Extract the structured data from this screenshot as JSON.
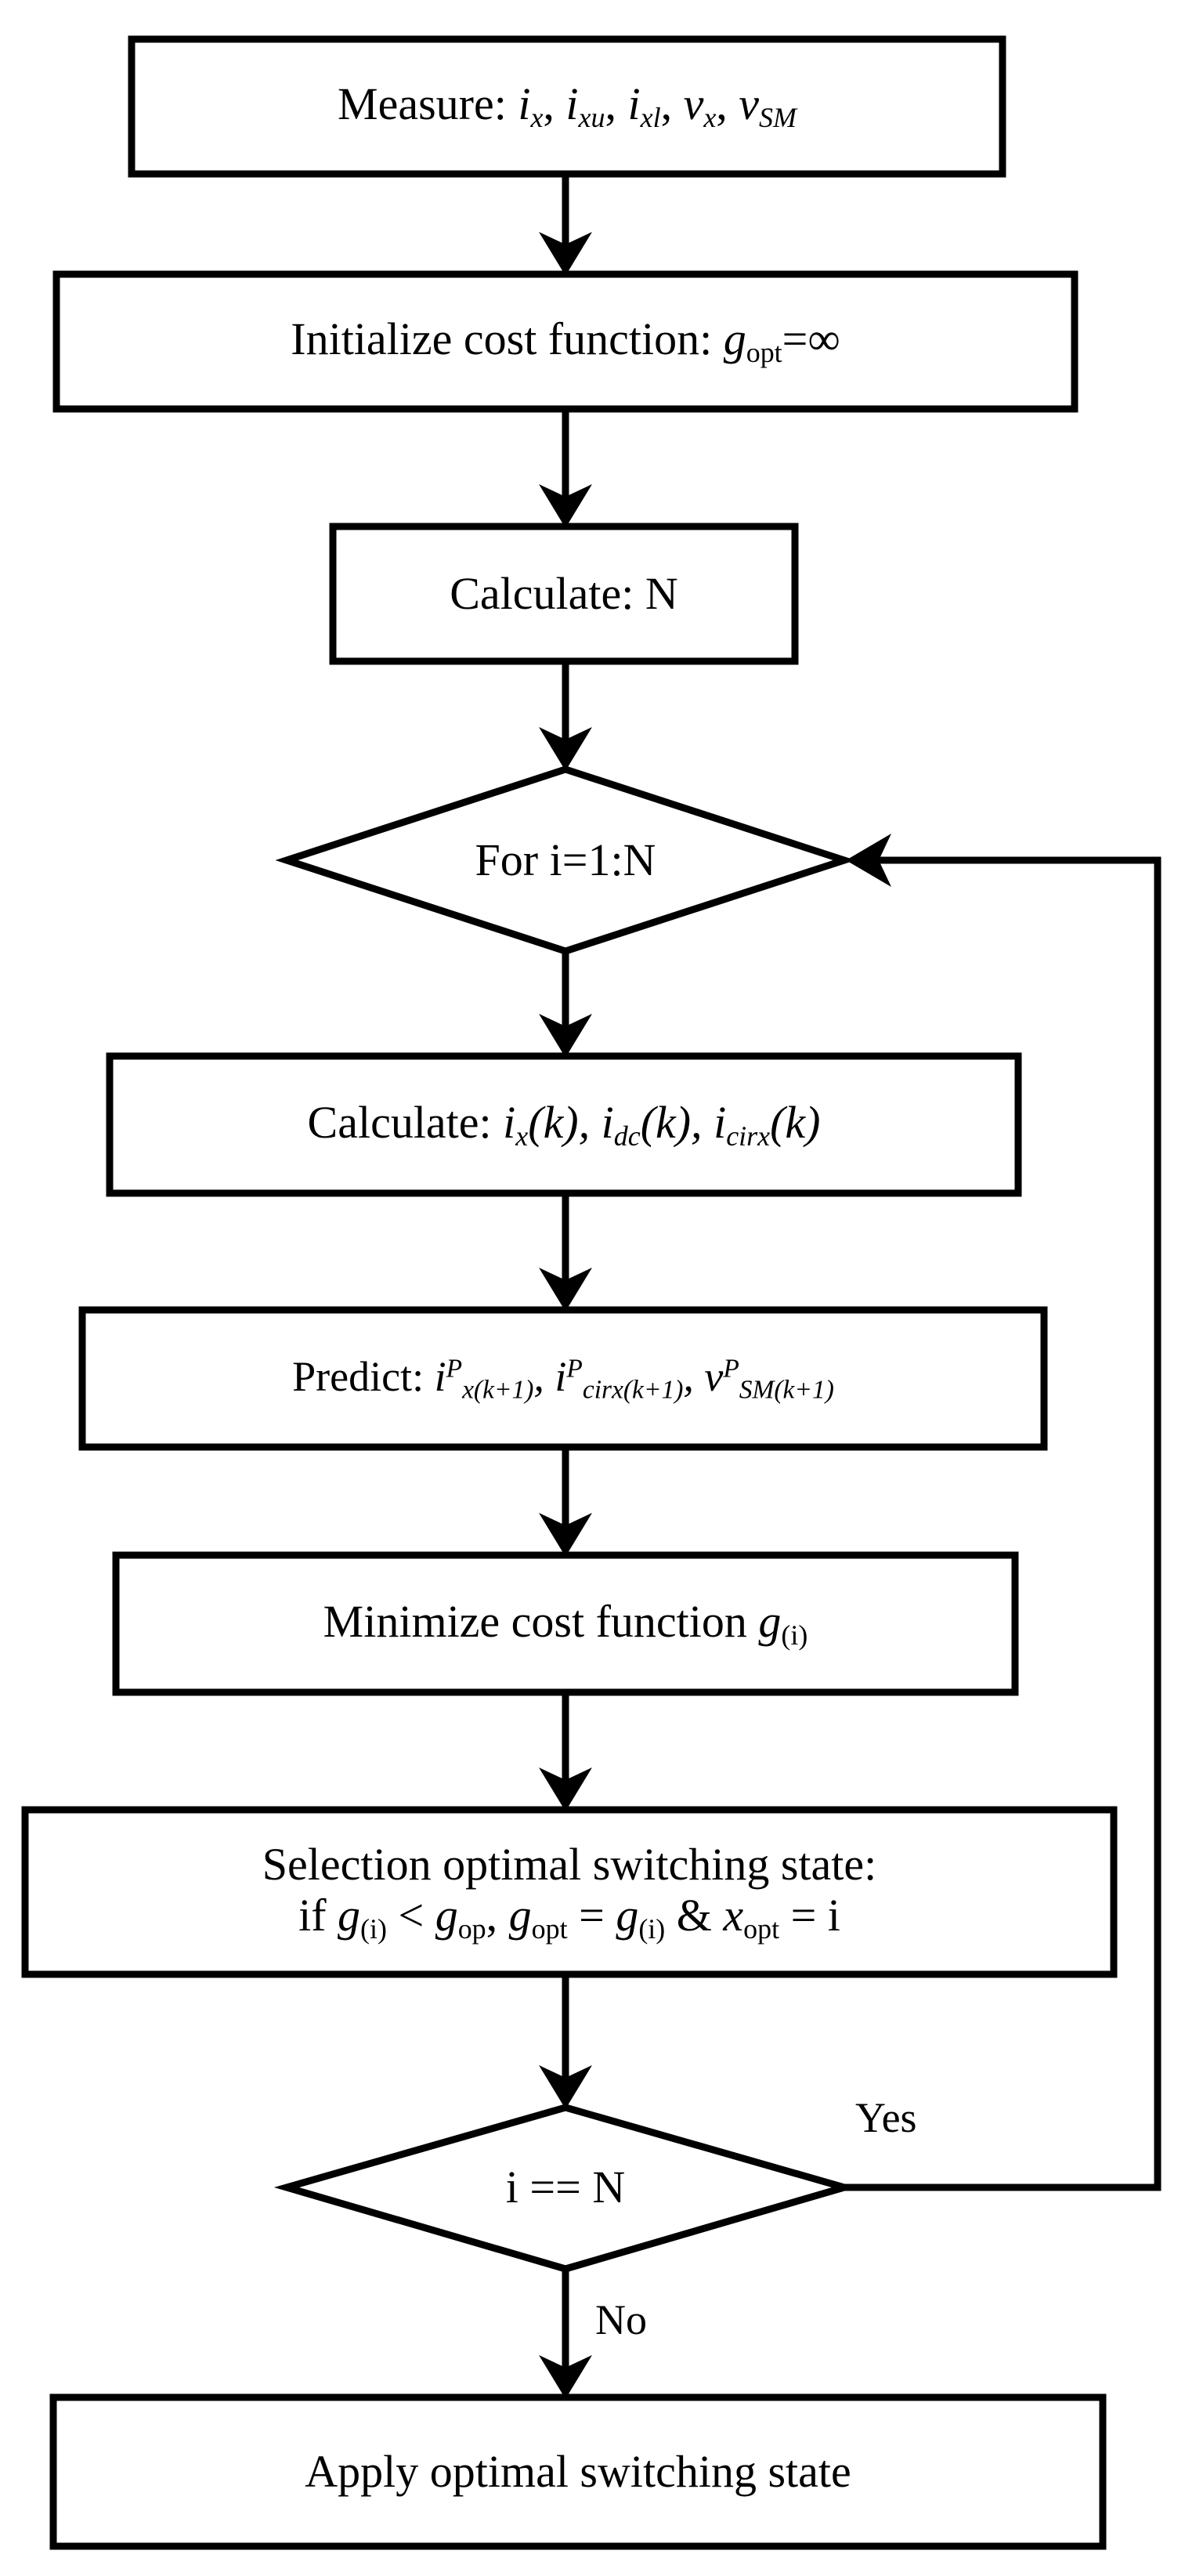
{
  "diagram": {
    "title": "Model Predictive Control Algorithm Flowchart",
    "background_color": "#ffffff",
    "line_color": "#000000",
    "fill_color": "#ffffff",
    "nodes": [
      {
        "id": "measure",
        "shape": "process",
        "lines": [
          {
            "prefix": "Measure: ",
            "vars": "i_x, i_xu, i_xl, v_x, v_SM"
          }
        ],
        "text": "Measure: ix, ixu, ixl, vx, vSM"
      },
      {
        "id": "initialize",
        "shape": "process",
        "lines": [
          {
            "prefix": "Initialize cost function: ",
            "vars": "g_opt=∞"
          }
        ],
        "text": "Initialize cost function: gopt=∞"
      },
      {
        "id": "calc-n",
        "shape": "process",
        "lines": [
          {
            "prefix": "Calculate: N",
            "vars": ""
          }
        ],
        "text": "Calculate: N"
      },
      {
        "id": "for-loop",
        "shape": "decision",
        "lines": [
          {
            "prefix": "For i=1:N",
            "vars": ""
          }
        ],
        "text": "For i=1:N"
      },
      {
        "id": "calc-currents",
        "shape": "process",
        "lines": [
          {
            "prefix": "Calculate: ",
            "vars": "i_x(k), i_dc(k), i_cirx(k)"
          }
        ],
        "text": "Calculate: ix(k), idc(k), icirx(k)"
      },
      {
        "id": "predict",
        "shape": "process",
        "lines": [
          {
            "prefix": "Predict: ",
            "vars": "i^P_x(k+1), i^P_cirx(k+1), v^P_SM(k+1)"
          }
        ],
        "text": "Predict: iPx(k+1), iPcirx(k+1), vPSM(k+1)"
      },
      {
        "id": "minimize",
        "shape": "process",
        "lines": [
          {
            "prefix": "Minimize cost function ",
            "vars": "g_(i)"
          }
        ],
        "text": "Minimize cost function g(i)"
      },
      {
        "id": "selection",
        "shape": "process",
        "lines": [
          {
            "prefix": "Selection optimal switching state:",
            "vars": ""
          },
          {
            "prefix": "if ",
            "vars": "g_(i) < g_op, g_opt = g_(i) & x_opt = i"
          }
        ],
        "text": "Selection optimal switching state: if g(i) < gop, gopt = g(i) & xopt = i"
      },
      {
        "id": "check-n",
        "shape": "decision",
        "lines": [
          {
            "prefix": "i == N",
            "vars": ""
          }
        ],
        "text": "i == N"
      },
      {
        "id": "apply",
        "shape": "process",
        "lines": [
          {
            "prefix": "Apply optimal switching state",
            "vars": ""
          }
        ],
        "text": "Apply optimal switching state"
      }
    ],
    "edge_labels": {
      "yes": "Yes",
      "no": "No"
    },
    "text": {
      "measure_label": "Measure:",
      "measure_v1": "i",
      "measure_v1s": "x",
      "measure_v2": "i",
      "measure_v2s": "xu",
      "measure_v3": "i",
      "measure_v3s": "xl",
      "measure_v4": "v",
      "measure_v4s": "x",
      "measure_v5": "v",
      "measure_v5s": "SM",
      "init_label": "Initialize cost function:",
      "init_g": "g",
      "init_gsub": "opt",
      "init_eq": "=∞",
      "calcn_label": "Calculate: N",
      "for_label": "For i=1:N",
      "calc_label": "Calculate:",
      "calc_v1": "i",
      "calc_v1s": "x",
      "calc_v1a": "(k),",
      "calc_v2": "i",
      "calc_v2s": "dc",
      "calc_v2a": "(k),",
      "calc_v3": "i",
      "calc_v3s": "cirx",
      "calc_v3a": "(k)",
      "predict_label": "Predict:",
      "pred_v1": "i",
      "pred_v1sup": "P",
      "pred_v1sub": "x(k+1)",
      "pred_v1a": ",",
      "pred_v2": "i",
      "pred_v2sup": "P",
      "pred_v2sub": "cirx(k+1)",
      "pred_v2a": ",",
      "pred_v3": "v",
      "pred_v3sup": "P",
      "pred_v3sub": "SM(k+1)",
      "minimize_label": "Minimize cost function",
      "min_g": "g",
      "min_gsub": "(i)",
      "sel_line1": "Selection optimal switching state:",
      "sel_if": "if",
      "sel_g1": "g",
      "sel_g1s": "(i)",
      "sel_lt": "<",
      "sel_g2": "g",
      "sel_g2s": "op",
      "sel_comma": ",",
      "sel_g3": "g",
      "sel_g3s": "opt",
      "sel_eq1": "=",
      "sel_g4": "g",
      "sel_g4s": "(i)",
      "sel_amp": "&",
      "sel_x": "x",
      "sel_xs": "opt",
      "sel_eq2": "= i",
      "checkn_label": "i == N",
      "apply_label": "Apply optimal switching state"
    }
  }
}
